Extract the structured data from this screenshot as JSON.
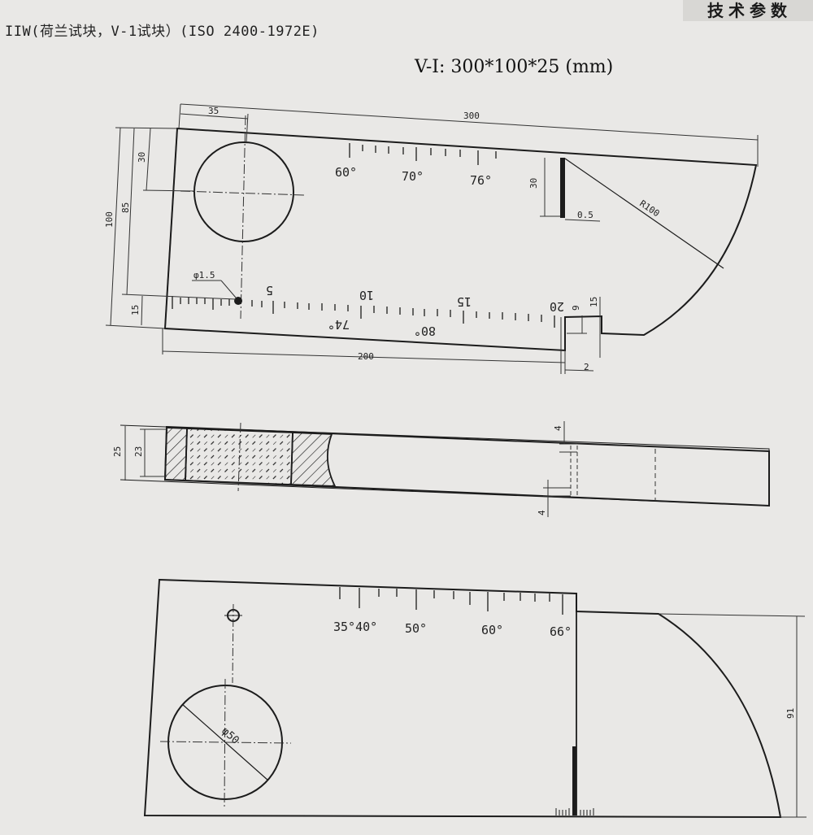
{
  "header": {
    "corner_title": "技术参数",
    "title": "IIW(荷兰试块，V-1试块）(ISO 2400-1972E)",
    "spec": "V-I: 300*100*25 (mm)"
  },
  "top_view": {
    "dims": {
      "len_35": "35",
      "len_300": "300",
      "len_30_left": "30",
      "len_85": "85",
      "len_100": "100",
      "len_15": "15",
      "len_200": "200",
      "len_2": "2",
      "len_30_slot": "30",
      "len_05": "0.5",
      "radius": "R100",
      "len_9": "9",
      "len_15_right": "15",
      "hole": "φ1.5"
    },
    "angles": [
      "60°",
      "70°",
      "76°"
    ],
    "scale_numbers": [
      "5",
      "10",
      "15",
      "20"
    ],
    "bottom_angles": [
      "74°",
      "80°"
    ]
  },
  "side_view": {
    "dims": {
      "thick_25": "25",
      "thick_23": "23",
      "gap_top": "4",
      "gap_bottom": "4"
    }
  },
  "back_view": {
    "angles": [
      "35°40°",
      "50°",
      "60°",
      "66°"
    ],
    "dims": {
      "dia_50": "φ50",
      "height_91": "91"
    }
  }
}
